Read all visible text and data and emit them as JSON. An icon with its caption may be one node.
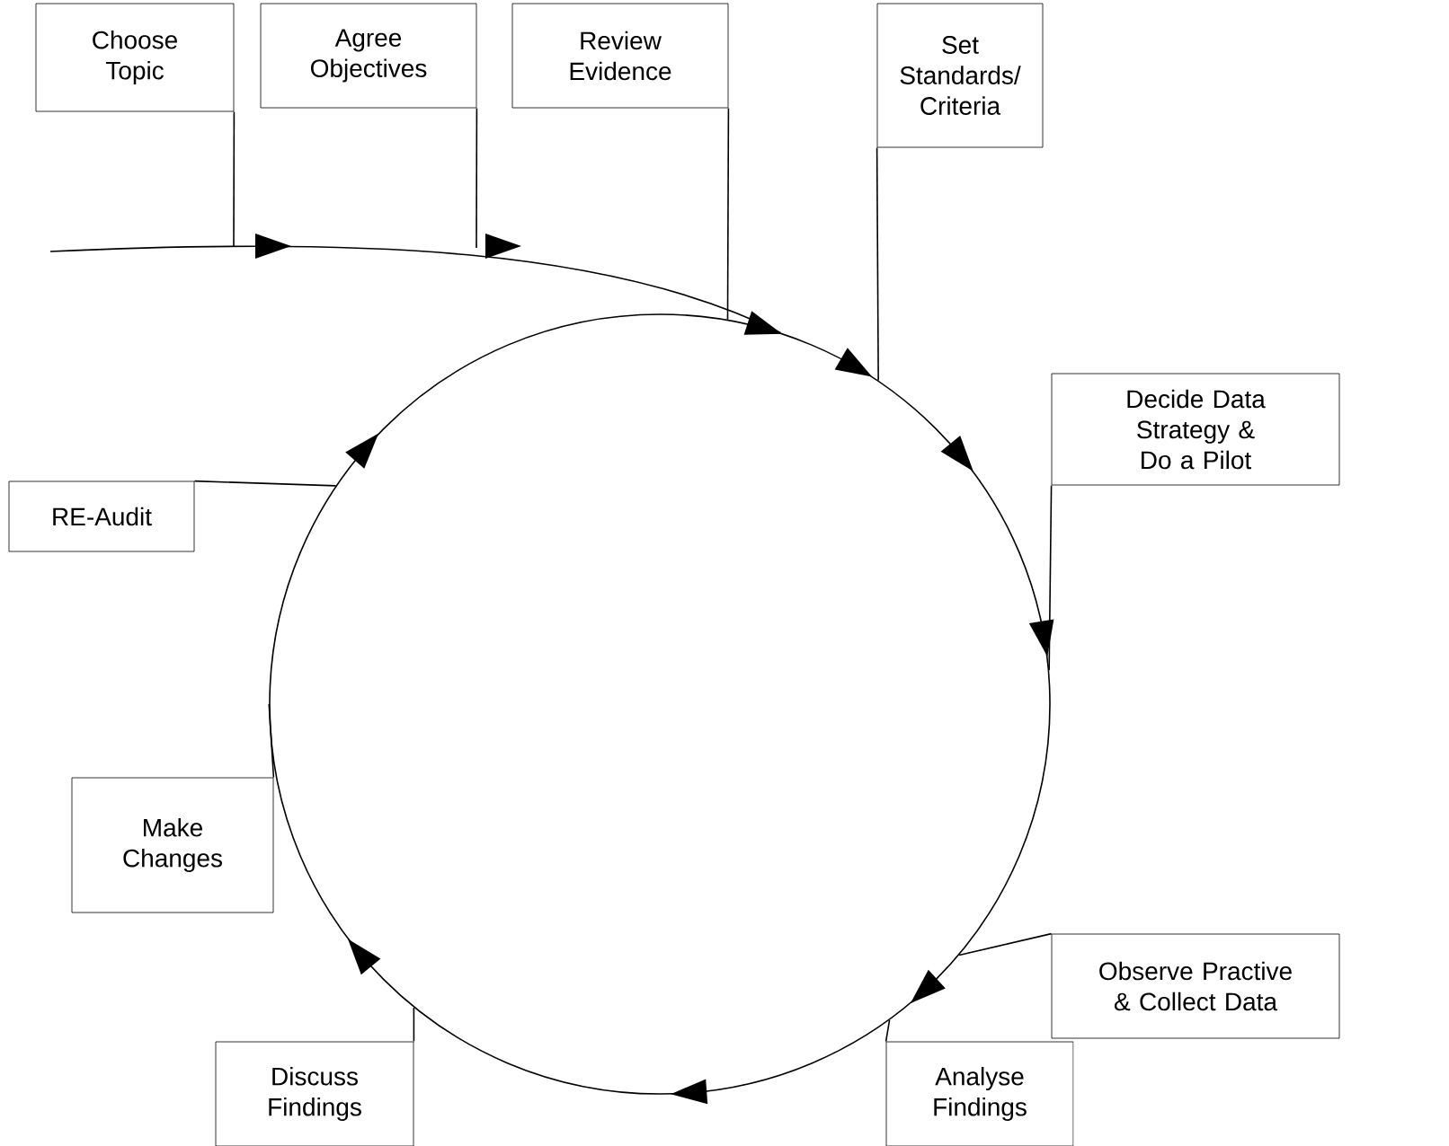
{
  "diagram": {
    "nodes": [
      {
        "text": [
          "Choose Topic"
        ]
      },
      {
        "text": [
          "Agree Objectives"
        ]
      },
      {
        "text": [
          "Review Evidence"
        ]
      },
      {
        "text": [
          "Set Standards/ Criteria"
        ]
      },
      {
        "text": [
          "Decide Data Strategy & Do a Pilot"
        ]
      },
      {
        "text": [
          "Observe Practive & Collect Data"
        ]
      },
      {
        "text": [
          "Analyse Findings"
        ]
      },
      {
        "text": [
          "Discuss Findings"
        ]
      },
      {
        "text": [
          "Make Changes"
        ]
      },
      {
        "text": [
          "RE-Audit"
        ]
      },
      {
        "text": [],
        "shape": "circle"
      }
    ],
    "edges": [
      {
        "from": null,
        "to": 10,
        "arrow": "to"
      },
      {
        "from": 0,
        "to": null,
        "arrow": "none"
      },
      {
        "from": 1,
        "to": null,
        "arrow": "none"
      },
      {
        "from": 2,
        "to": 10,
        "arrow": "none"
      },
      {
        "from": 3,
        "to": 10,
        "arrow": "none"
      },
      {
        "from": 4,
        "to": 10,
        "arrow": "none"
      },
      {
        "from": 5,
        "to": 10,
        "arrow": "none"
      },
      {
        "from": 6,
        "to": 10,
        "arrow": "none"
      },
      {
        "from": 7,
        "to": 10,
        "arrow": "none"
      },
      {
        "from": 8,
        "to": 10,
        "arrow": "none"
      },
      {
        "from": 9,
        "to": 10,
        "arrow": "none"
      }
    ]
  }
}
